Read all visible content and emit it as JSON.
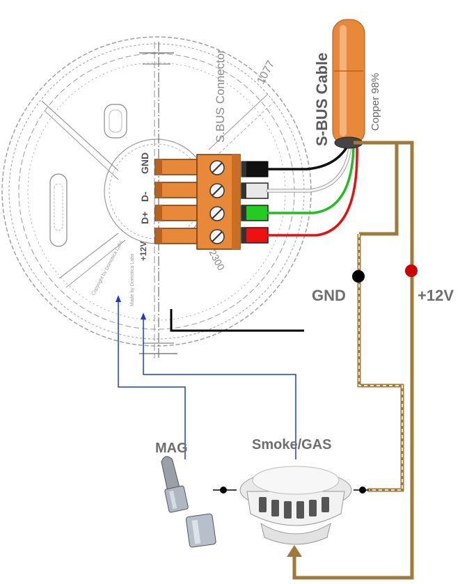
{
  "connector": {
    "title": "S.BUS Connector",
    "pins": [
      "GND",
      "D-",
      "D+",
      "+12V"
    ],
    "handwritten_code": "1077"
  },
  "cable": {
    "title": "S-BUS Cable",
    "subtitle": "Copper 98%"
  },
  "rails": {
    "gnd_label": "GND",
    "vcc_label": "+12V"
  },
  "sensors": {
    "mag_label": "MAG",
    "smoke_label": "Smoke/GAS"
  },
  "colors": {
    "cable_orange": "#e8893a",
    "wire_brown": "#a07a3a",
    "sense_blue": "#1a3ad4",
    "gnd_dot": "#000000",
    "vcc_dot": "#cc0000"
  }
}
